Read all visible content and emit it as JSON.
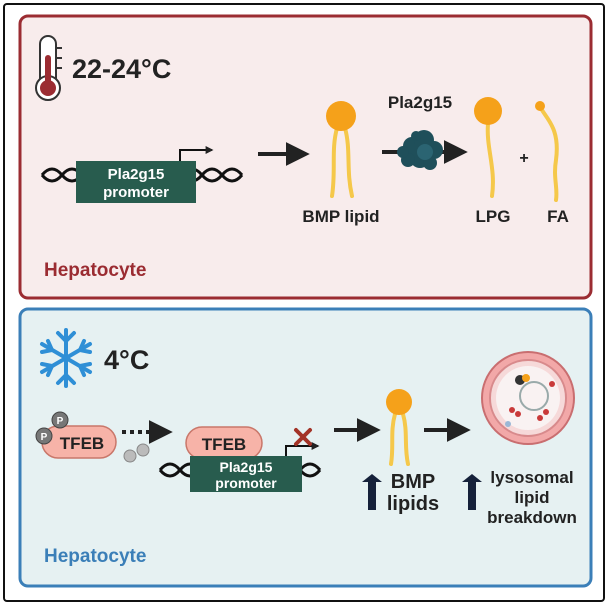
{
  "colors": {
    "warm_border": "#9b2c32",
    "warm_fill": "#f8ecec",
    "warm_text": "#9b2c32",
    "cold_border": "#3b7fb8",
    "cold_fill": "#e6f1f2",
    "cold_text": "#3b7fb8",
    "lipid_head": "#f5a11a",
    "lipid_tail": "#f5c84a",
    "promoter_fill": "#285c4e",
    "tfeb_fill": "#f7b3a8",
    "enzyme": "#1f4f5a",
    "arrow": "#222222",
    "up_arrow": "#15213a",
    "block_x": "#a33327"
  },
  "warm_panel": {
    "temperature": "22-24°C",
    "temperature_icon": "thermometer-icon",
    "promoter_gene": "Pla2g15",
    "promoter_word": "promoter",
    "enzyme_label": "Pla2g15",
    "bmp_label": "BMP lipid",
    "product1_label": "LPG",
    "plus": "+",
    "product2_label": "FA",
    "cell_label": "Hepatocyte"
  },
  "cold_panel": {
    "temperature": "4°C",
    "temperature_icon": "snowflake-icon",
    "phospho": "P",
    "tfeb_label": "TFEB",
    "tfeb_label2": "TFEB",
    "promoter_gene": "Pla2g15",
    "promoter_word": "promoter",
    "bmp_line1": "BMP",
    "bmp_line2": "lipids",
    "lyso_line1": "lysosomal",
    "lyso_line2": "lipid",
    "lyso_line3": "breakdown",
    "cell_label": "Hepatocyte"
  }
}
